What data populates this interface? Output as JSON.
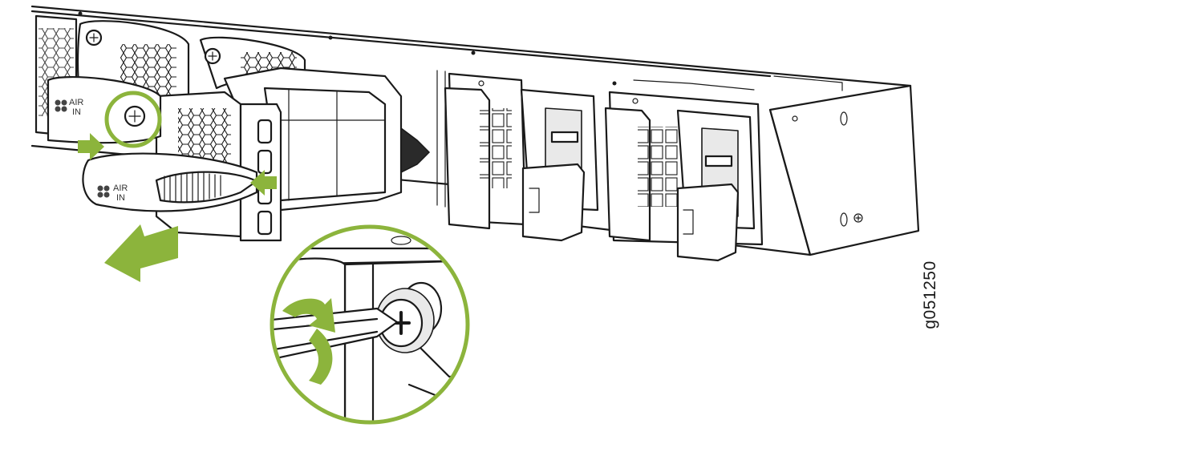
{
  "figure": {
    "id_label": "g051250",
    "accent_color": "#8cb43c",
    "labels": [
      {
        "lines": [
          "AIR",
          "IN"
        ],
        "icon": "fan-icon"
      },
      {
        "lines": [
          "AIR",
          "IN"
        ],
        "icon": "fan-icon"
      }
    ],
    "callouts": [
      {
        "name": "press-arrow",
        "icon": "arrow-right-icon"
      },
      {
        "name": "press-arrow",
        "icon": "arrow-left-icon"
      },
      {
        "name": "pull-out-arrow",
        "icon": "arrow-left-icon"
      },
      {
        "name": "captive-screw-highlight",
        "icon": "circle-highlight-icon"
      },
      {
        "name": "rotate-arrow",
        "icon": "curved-arrow-icon"
      }
    ]
  }
}
